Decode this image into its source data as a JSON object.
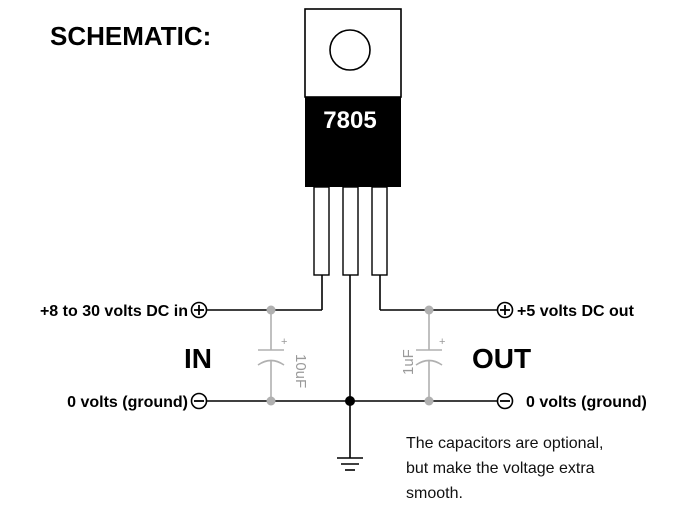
{
  "heading": "SCHEMATIC:",
  "regulator": {
    "label": "7805"
  },
  "inputs": {
    "positive_label": "+8 to 30 volts DC in",
    "ground_label": "0 volts (ground)",
    "section_label": "IN"
  },
  "outputs": {
    "positive_label": "+5 volts DC out",
    "ground_label": "0 volts (ground)",
    "section_label": "OUT"
  },
  "capacitors": {
    "input_value": "10uF",
    "output_value": "1uF",
    "polarity_mark": "+"
  },
  "terminal_symbols": {
    "plus": "+",
    "minus": "−"
  },
  "note": {
    "line1": "The capacitors are optional,",
    "line2": "but make the voltage extra",
    "line3": "smooth."
  }
}
